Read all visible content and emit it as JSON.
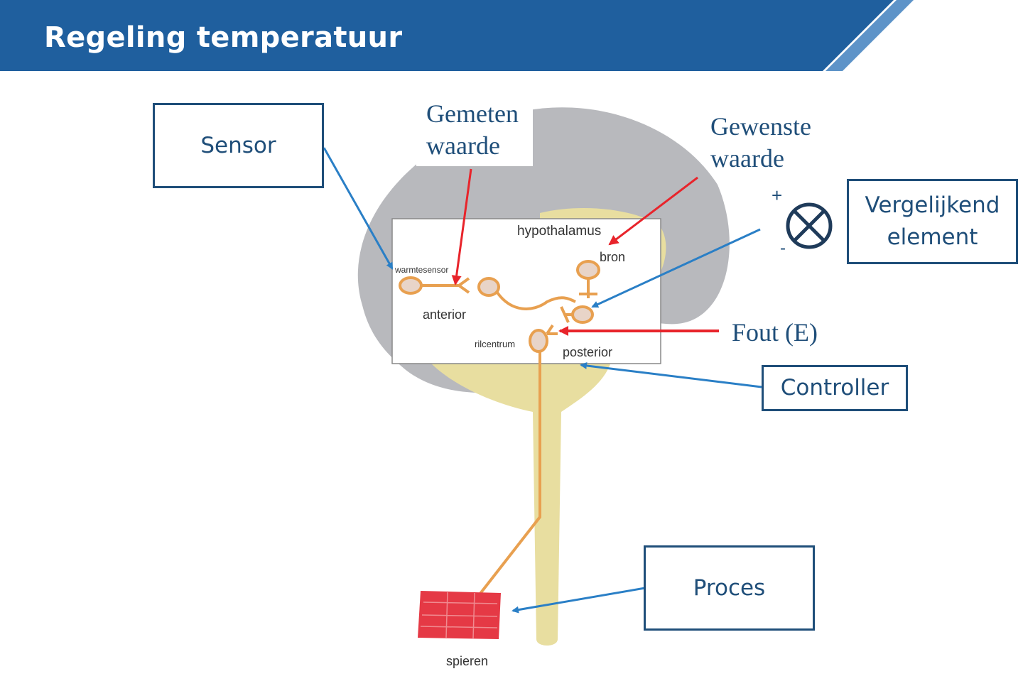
{
  "slide": {
    "title": "Regeling temperatuur"
  },
  "labels": {
    "sensor": "Sensor",
    "gemeten": [
      "Gemeten",
      "waarde"
    ],
    "gewenste": [
      "Gewenste",
      "waarde"
    ],
    "vergelijkend": [
      "Vergelijkend",
      "element"
    ],
    "plus": "+",
    "minus": "-",
    "fout": "Fout (E)",
    "controller": "Controller",
    "proces": "Proces"
  },
  "diagram_text": {
    "hypothalamus": "hypothalamus",
    "warmtesensor": "warmtesensor",
    "anterior": "anterior",
    "bron": "bron",
    "rilcentrum": "rilcentrum",
    "posterior": "posterior",
    "spieren": "spieren"
  },
  "colors": {
    "header_blue": "#1f5f9e",
    "text_blue": "#1f4e79",
    "arrow_blue": "#2a7fc6",
    "arrow_red": "#e8242b",
    "brain_gray": "#b8b9bd",
    "spine_yellow": "#e8dea0",
    "neuron_orange": "#e8a050",
    "muscle_red": "#e53945"
  }
}
